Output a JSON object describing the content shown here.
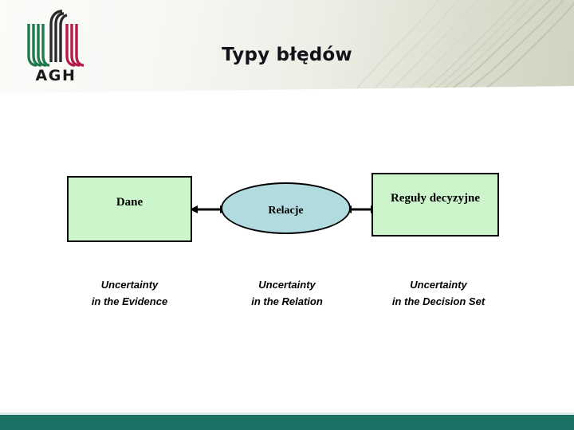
{
  "slide": {
    "title": "Typy błędów",
    "background_color": "#ffffff",
    "header_gradient_from": "#fbfbf9",
    "header_gradient_to": "#d2d2c2",
    "footer_color": "#1b7365"
  },
  "logo": {
    "name": "AGH",
    "wordmark": "AGH",
    "stripe_colors": [
      "#1f7a4d",
      "#2a2a2a",
      "#b51b48"
    ]
  },
  "diagram": {
    "nodes": [
      {
        "id": "dane",
        "label": "Dane",
        "shape": "rectangle",
        "fill": "#ccf5cc",
        "stroke": "#000000"
      },
      {
        "id": "relacje",
        "label": "Relacje",
        "shape": "ellipse",
        "fill": "#b2dbe0",
        "stroke": "#000000"
      },
      {
        "id": "reguly",
        "label": "Reguły decyzyjne",
        "shape": "rectangle",
        "fill": "#ccf5cc",
        "stroke": "#000000"
      }
    ],
    "connectors": [
      {
        "id": "dane-relacje",
        "from": "dane",
        "to": "relacje",
        "type": "double-arrow"
      },
      {
        "id": "relacje-reguly",
        "from": "relacje",
        "to": "reguly",
        "type": "double-arrow"
      }
    ],
    "captions": [
      {
        "id": "evidence",
        "text": "Uncertainty\nin the Evidence"
      },
      {
        "id": "relation",
        "text": "Uncertainty\nin the Relation"
      },
      {
        "id": "decision",
        "text": "Uncertainty\nin the Decision Set"
      }
    ]
  }
}
